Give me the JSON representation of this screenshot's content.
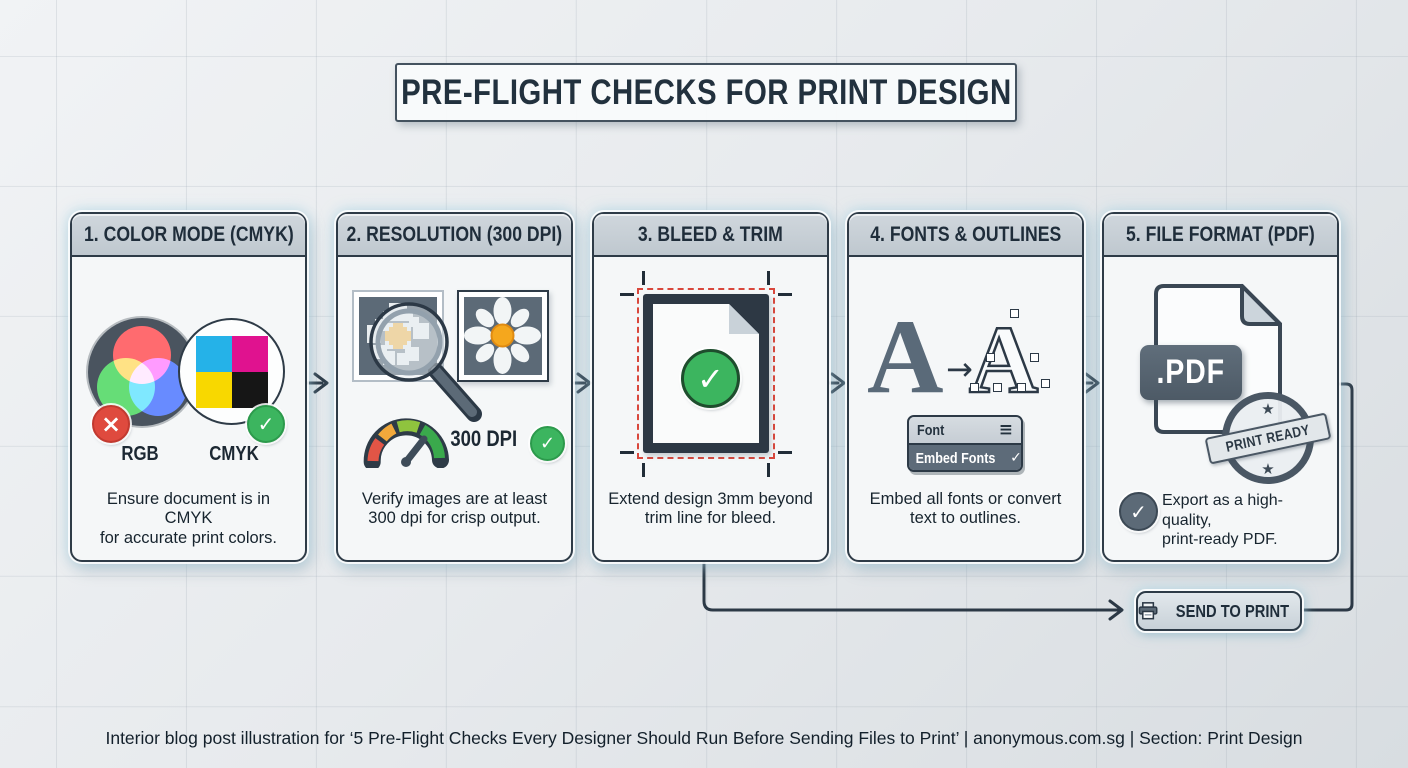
{
  "title": "PRE-FLIGHT CHECKS FOR PRINT DESIGN",
  "cards": [
    {
      "title": "1. COLOR MODE (CMYK)",
      "left_label": "RGB",
      "right_label": "CMYK",
      "caption_line1": "Ensure document is in CMYK",
      "caption_line2": "for accurate print colors."
    },
    {
      "title": "2. RESOLUTION (300 DPI)",
      "gauge_value": "300 DPI",
      "caption_line1": "Verify images are at least",
      "caption_line2": "300 dpi for crisp output."
    },
    {
      "title": "3. BLEED & TRIM",
      "caption_line1": "Extend design 3mm beyond",
      "caption_line2": "trim line for bleed."
    },
    {
      "title": "4. FONTS & OUTLINES",
      "letter_solid": "A",
      "letter_outline": "A",
      "menu_title": "Font",
      "menu_item": "Embed Fonts",
      "caption_line1": "Embed all fonts or convert",
      "caption_line2": "text to outlines."
    },
    {
      "title": "5. FILE FORMAT (PDF)",
      "file_label": ".PDF",
      "stamp_text": "PRINT READY",
      "caption_line1": "Export as a high-quality,",
      "caption_line2": "print-ready PDF."
    }
  ],
  "send_button": {
    "label": "SEND TO PRINT"
  },
  "footer": "Interior blog post illustration for ‘5 Pre-Flight Checks Every Designer Should Run Before Sending Files to Print’ | anonymous.com.sg |  Section: Print Design",
  "icons": {
    "check": "✓",
    "cross": "×",
    "hamburger": "≡",
    "arrow_right": "→",
    "star": "★"
  },
  "colors": {
    "slate": "#2e3b47",
    "green": "#3cb55f",
    "red": "#df4a3e",
    "cyan": "#25b2e8",
    "magenta": "#e0128f",
    "yellow": "#f8d800",
    "ink": "#161616"
  }
}
